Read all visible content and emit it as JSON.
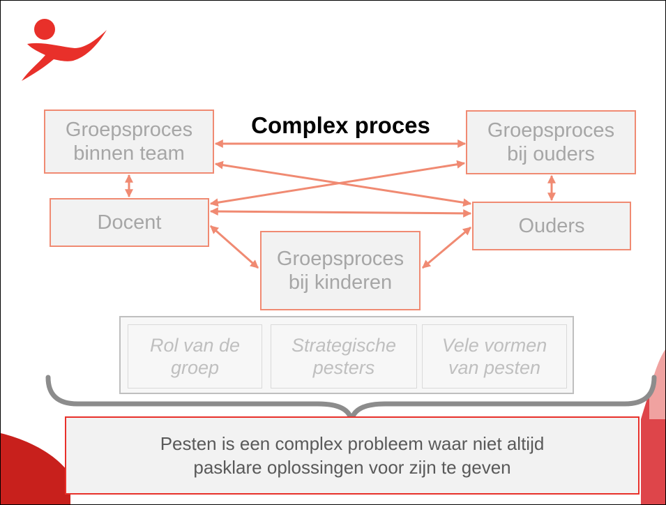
{
  "title": "Complex proces",
  "nodes": {
    "team": "Groepsproces\nbinnen team",
    "parents_group": "Groepsproces\nbij ouders",
    "teacher": "Docent",
    "parents": "Ouders",
    "children": "Groepsproces\nbij kinderen"
  },
  "factors": [
    "Rol van de\ngroep",
    "Strategische\npesters",
    "Vele vormen\nvan pesten"
  ],
  "conclusion": "Pesten is een complex probleem waar niet altijd\npasklare oplossingen voor zijn te geven",
  "colors": {
    "accent": "#e8302a",
    "arrow": "#f08a72",
    "box_border": "#f08a72",
    "text_gray": "#a6a6a6",
    "brace": "#8c8c8c"
  }
}
